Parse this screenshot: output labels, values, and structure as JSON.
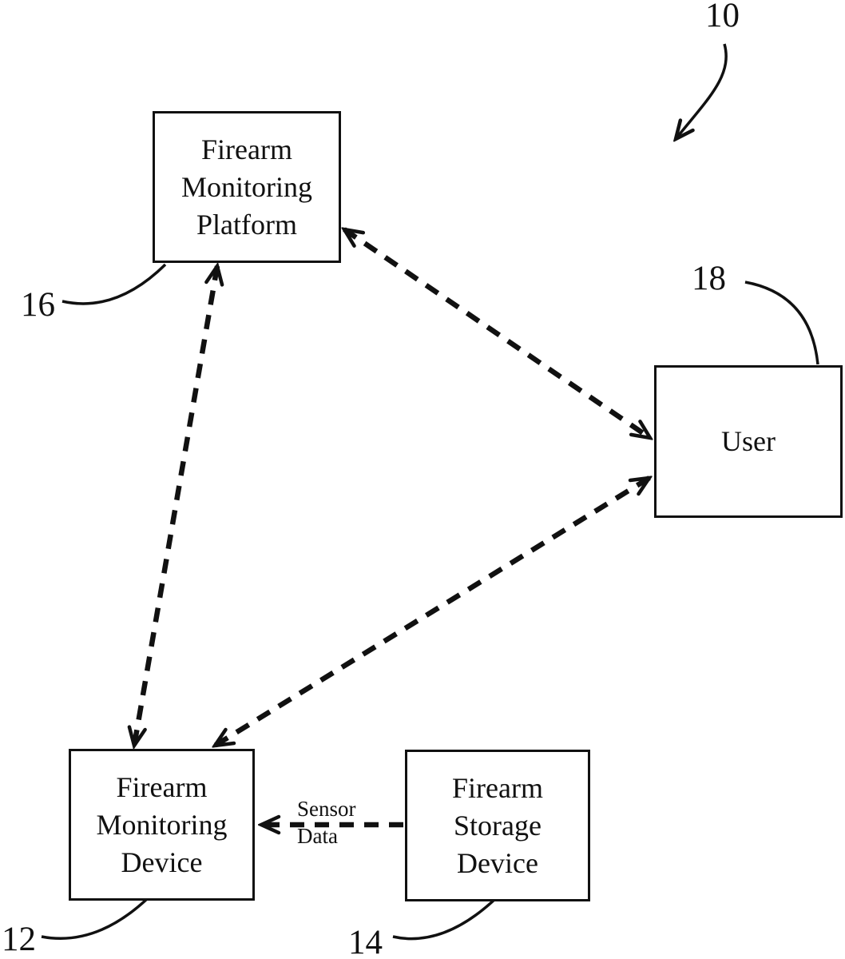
{
  "figure": {
    "system_ref": "10",
    "nodes": {
      "platform": {
        "label": "Firearm\nMonitoring\nPlatform",
        "ref": "16"
      },
      "user": {
        "label": "User",
        "ref": "18"
      },
      "device": {
        "label": "Firearm\nMonitoring\nDevice",
        "ref": "12"
      },
      "storage": {
        "label": "Firearm\nStorage\nDevice",
        "ref": "14"
      }
    },
    "edge_labels": {
      "sensor_line1": "Sensor",
      "sensor_line2": "Data"
    },
    "colors": {
      "ink": "#111111",
      "background": "#ffffff"
    }
  }
}
